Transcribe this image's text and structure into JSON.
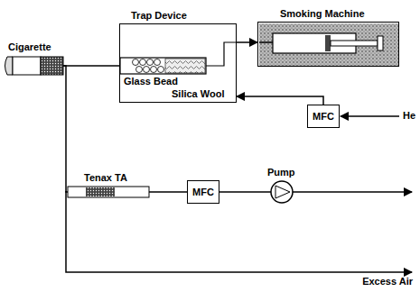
{
  "diagram": {
    "nodes": [
      {
        "text": [
          "Cigarette"
        ]
      },
      {
        "text": [
          "Trap Device"
        ]
      },
      {
        "text": [
          "Smoking Machine"
        ]
      },
      {
        "text": [
          "MFC"
        ]
      },
      {
        "text": [
          "Tenax TA"
        ]
      },
      {
        "text": [
          "MFC"
        ]
      },
      {
        "text": [
          "Pump"
        ]
      }
    ],
    "edges": [
      {
        "from": 0,
        "to": 1,
        "arrow": "none"
      },
      {
        "from": 1,
        "to": 2,
        "arrow": "to"
      },
      {
        "from": 3,
        "to": 1,
        "arrow": "to"
      },
      {
        "from": 0,
        "to": 4,
        "arrow": "none"
      },
      {
        "from": 4,
        "to": 5,
        "arrow": "none"
      },
      {
        "from": 5,
        "to": 6,
        "arrow": "none"
      }
    ],
    "labels": [
      "Glass Bead",
      "Silica Wool",
      "He",
      "Excess Air"
    ]
  }
}
